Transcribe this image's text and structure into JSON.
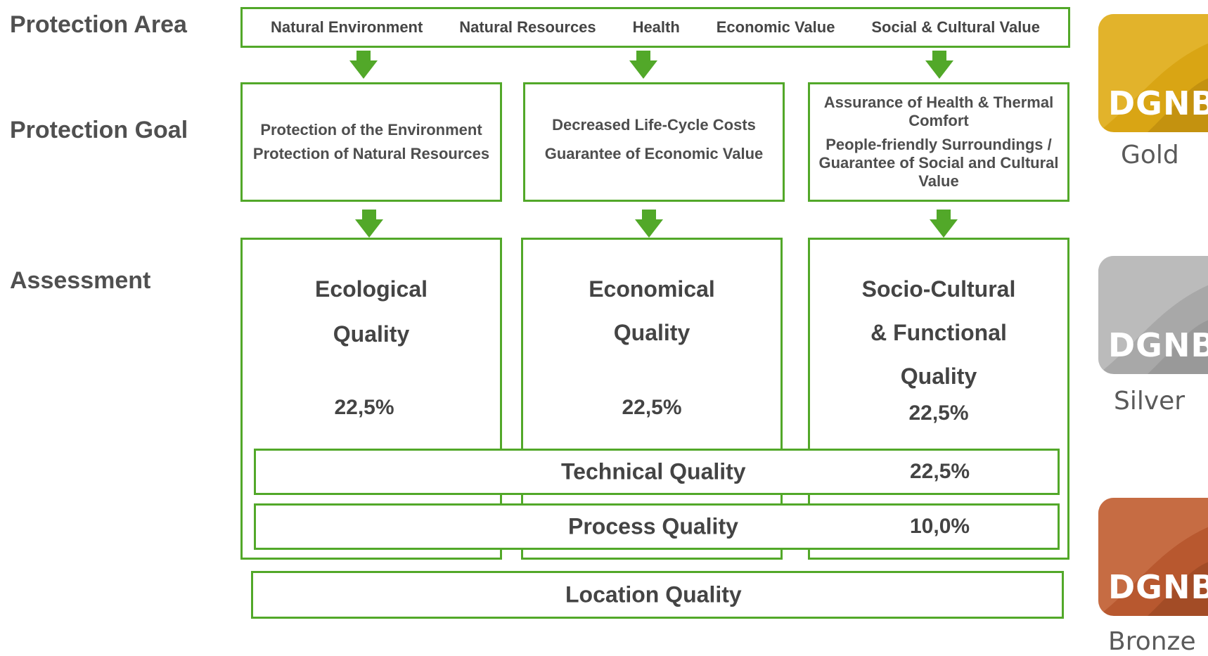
{
  "rows": {
    "area": "Protection Area",
    "goal": "Protection Goal",
    "assessment": "Assessment"
  },
  "protection_areas": [
    "Natural Environment",
    "Natural Resources",
    "Health",
    "Economic Value",
    "Social & Cultural Value"
  ],
  "goals": [
    [
      "Protection of the Environment",
      "Protection of Natural Resources"
    ],
    [
      "Decreased Life-Cycle Costs",
      "Guarantee of Economic Value"
    ],
    [
      "Assurance of Health & Thermal Comfort",
      "People-friendly Surroundings / Guarantee of Social and Cultural Value"
    ]
  ],
  "assessments": [
    {
      "name1": "Ecological",
      "name2": "Quality",
      "name3": "",
      "percent": "22,5%"
    },
    {
      "name1": "Economical",
      "name2": "Quality",
      "name3": "",
      "percent": "22,5%"
    },
    {
      "name1": "Socio-Cultural",
      "name2": "& Functional",
      "name3": "Quality",
      "percent": "22,5%"
    }
  ],
  "bars": [
    {
      "name": "Technical Quality",
      "percent": "22,5%"
    },
    {
      "name": "Process Quality",
      "percent": "10,0%"
    }
  ],
  "location": "Location Quality",
  "badges": [
    {
      "logo": "DGNB",
      "label": "Gold",
      "color": "#d9a514"
    },
    {
      "logo": "DGNB",
      "label": "Silver",
      "color": "#a8a8a8"
    },
    {
      "logo": "DGNB",
      "label": "Bronze",
      "color": "#b8582f"
    }
  ],
  "colors": {
    "accent": "#52a829"
  }
}
